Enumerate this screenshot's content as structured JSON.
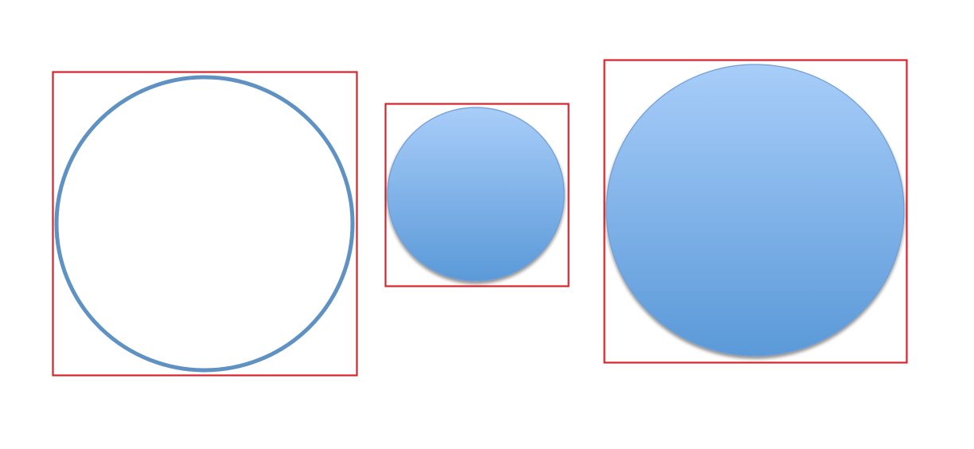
{
  "colors": {
    "frame": "#d8232a",
    "ring_stroke": "#5f92c3",
    "fill_top": "#a8cdf9",
    "fill_bottom": "#5a99d8",
    "fill_edge": "#6f9ed3",
    "background": "#ffffff"
  },
  "shapes": [
    {
      "name": "outline-circle",
      "style": "outline"
    },
    {
      "name": "small-filled-circle",
      "style": "gradient-fill"
    },
    {
      "name": "large-filled-circle",
      "style": "gradient-fill"
    }
  ]
}
